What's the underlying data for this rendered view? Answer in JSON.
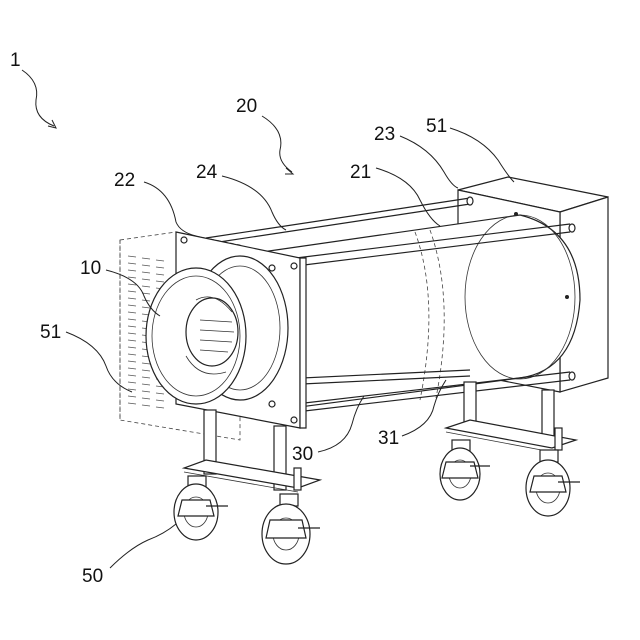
{
  "figure": {
    "labels": {
      "apparatus": "1",
      "duct_unit": "20",
      "duct_body": "21",
      "front_flange": "22",
      "rear_flange": "23",
      "frame_rods": "24",
      "fan": "10",
      "filter_front": "51",
      "filter_rear": "51",
      "lower_rod_a": "30",
      "lower_rod_b": "31",
      "casters": "50"
    }
  }
}
